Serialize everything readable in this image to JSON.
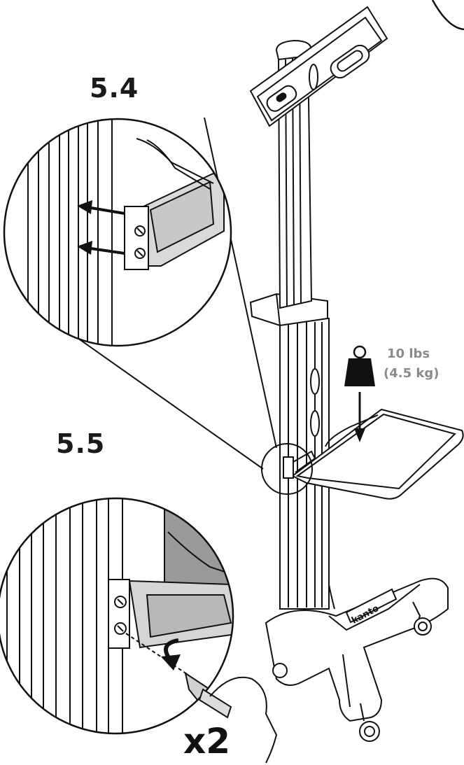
{
  "steps": {
    "step_a": "5.4",
    "step_b": "5.5"
  },
  "weight": {
    "lbs": "10 lbs",
    "kg": "(4.5 kg)",
    "text_color": "#8a8a8a"
  },
  "quantity": "x2",
  "brand_logo_text": "kanto",
  "colors": {
    "line": "#111111",
    "shelf_shade": "#9a9a9a",
    "bracket_shade": "#c8c8c8",
    "weight_fill": "#111111"
  }
}
